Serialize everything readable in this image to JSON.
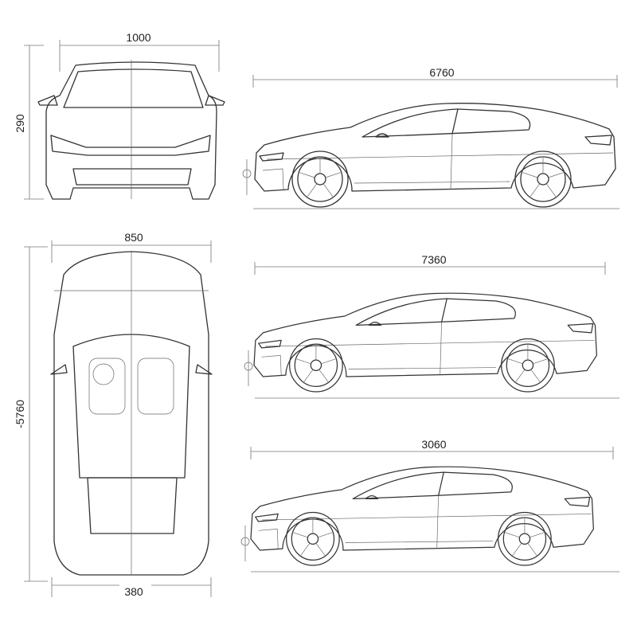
{
  "dimensions": {
    "front_width": "1000",
    "front_height": "290",
    "top_width": "850",
    "top_length": "-5760",
    "top_rear_width": "380",
    "side1_length": "6760",
    "side2_length": "7360",
    "side3_length": "3060"
  },
  "colors": {
    "line": "#333333",
    "background": "#ffffff"
  }
}
